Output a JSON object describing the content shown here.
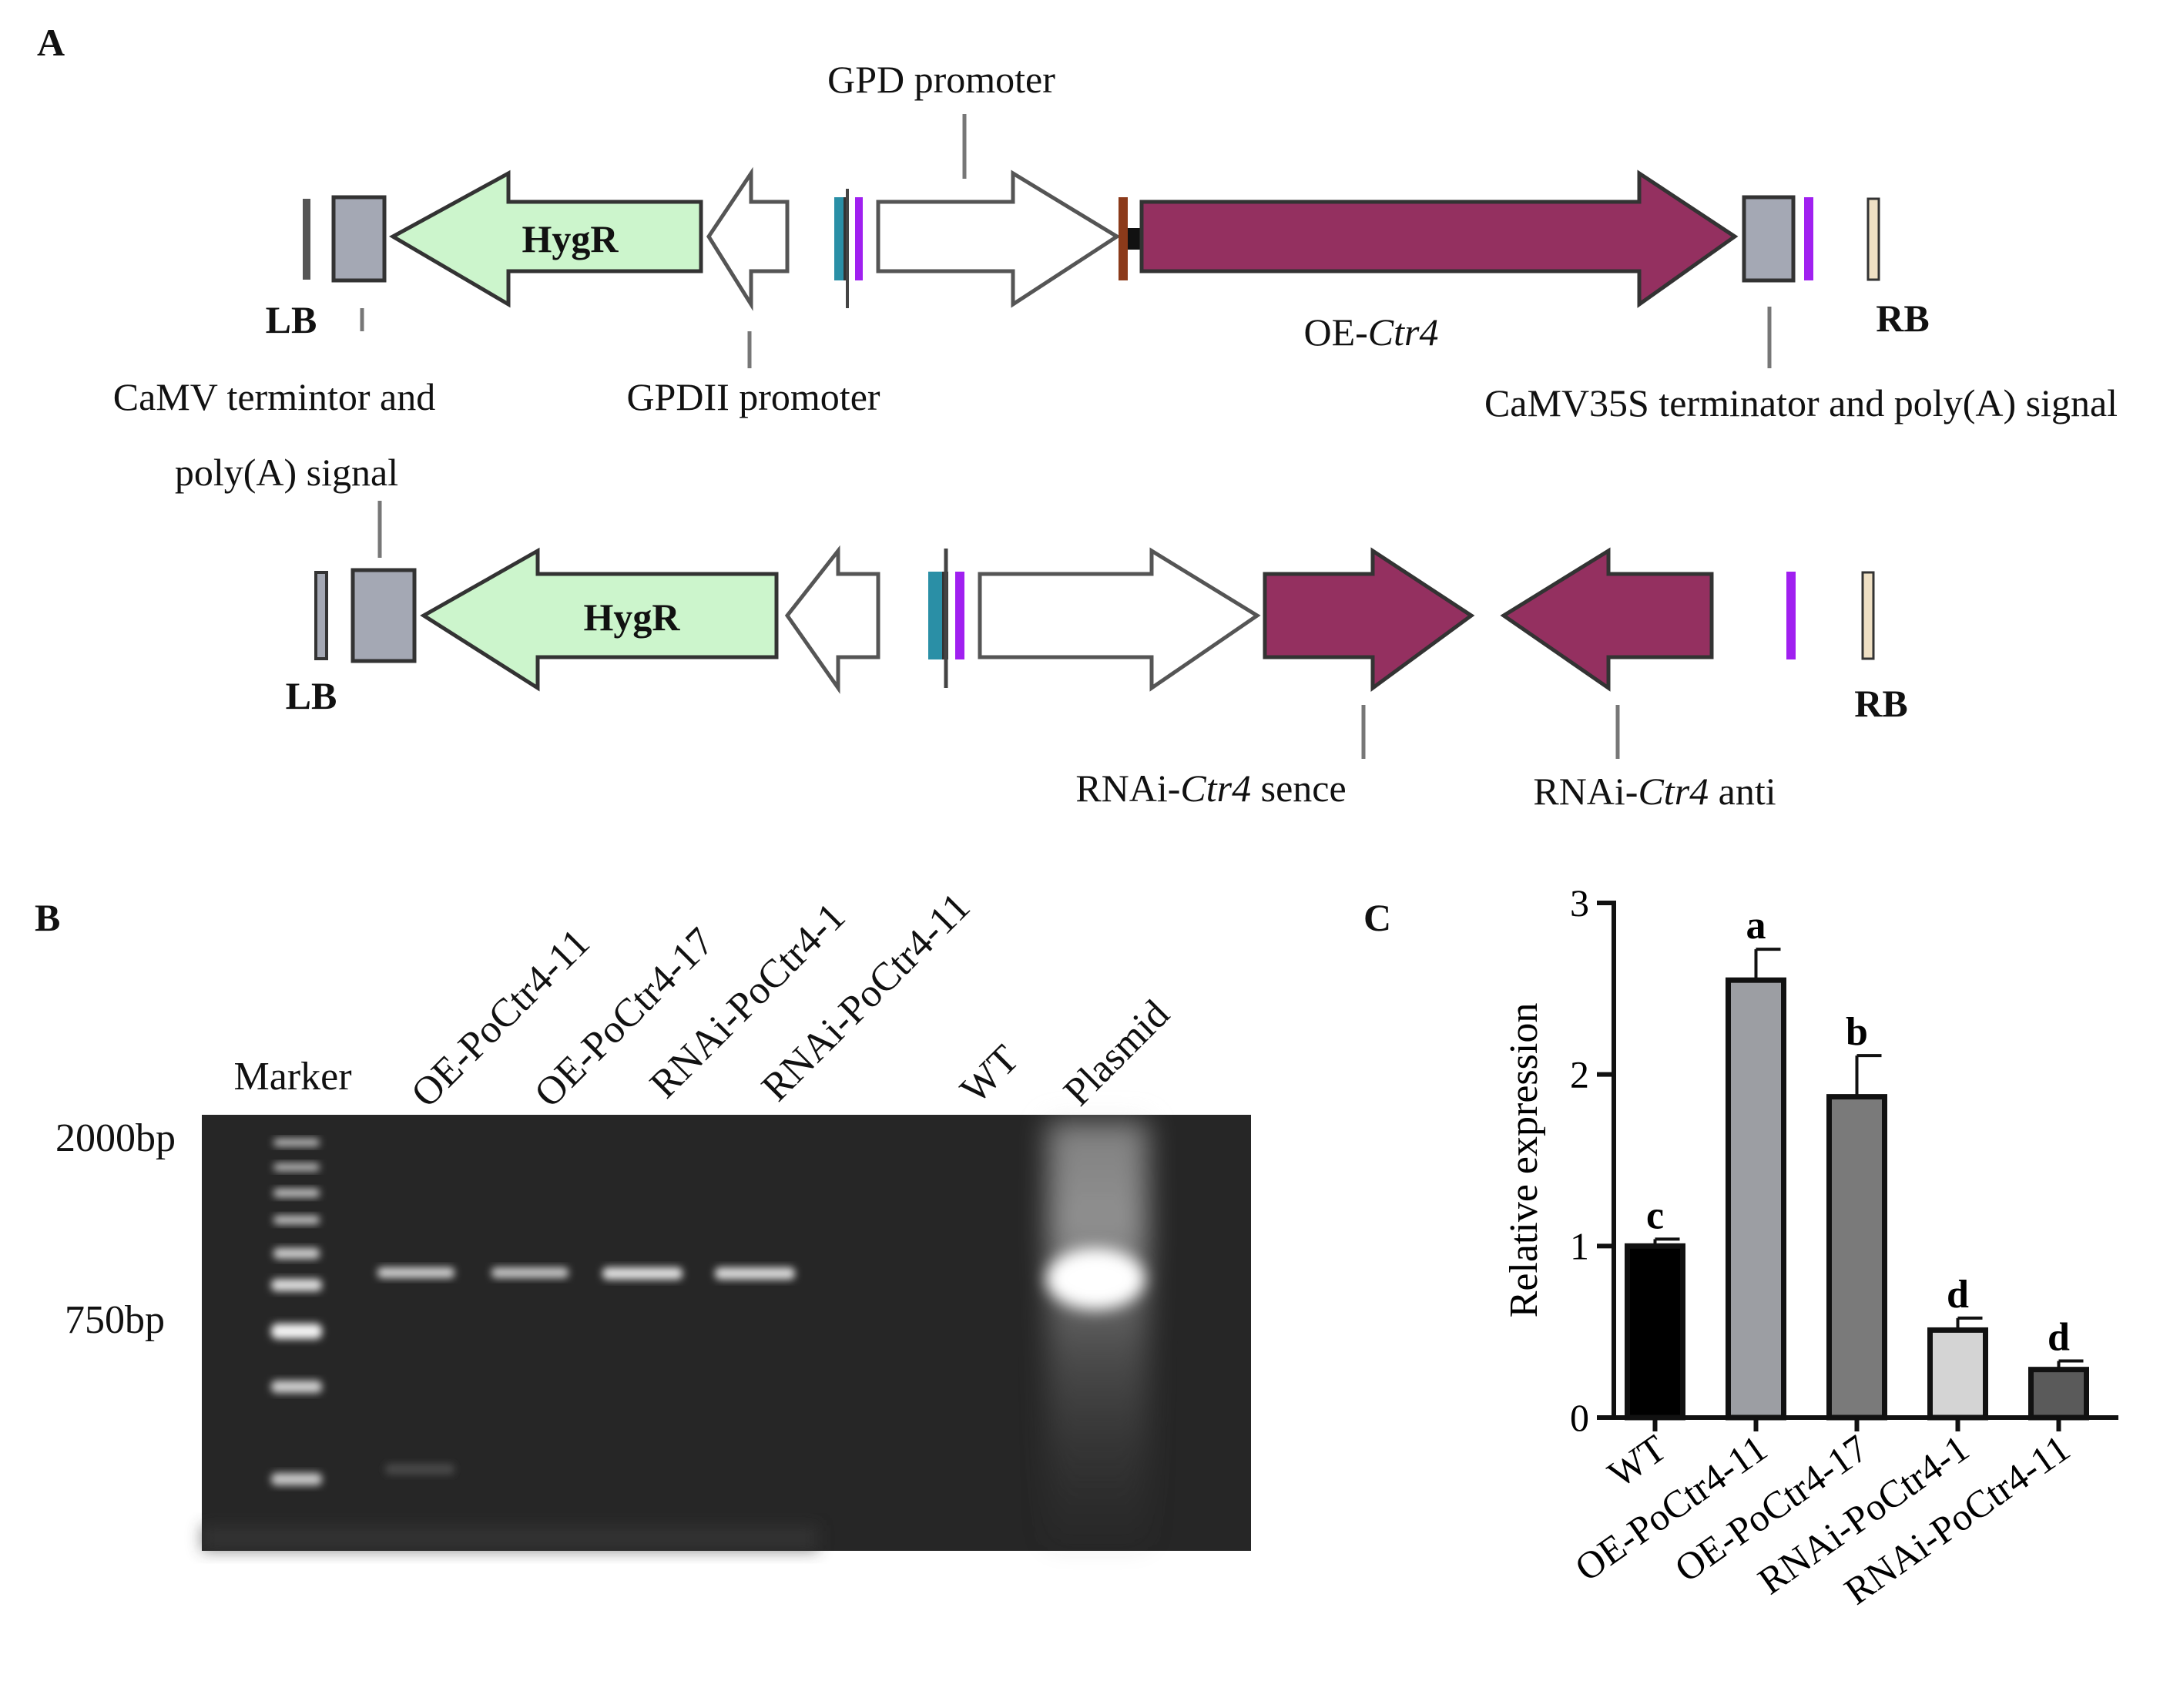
{
  "panels": {
    "a": "A",
    "b": "B",
    "c": "C"
  },
  "construct_oe": {
    "lb": "LB",
    "rb": "RB",
    "hygr": "HygR",
    "gpd_promoter": "GPD  promoter",
    "camv_term_1": "CaMV termintor and",
    "camv_term_2": "poly(A) signal",
    "gpdii_promoter": "GPDII promoter",
    "oe_prefix": "OE-",
    "oe_gene": "Ctr4",
    "camv35s": "CaMV35S terminator and poly(A) signal"
  },
  "construct_rnai": {
    "lb": "LB",
    "rb": "RB",
    "hygr": "HygR",
    "sense_prefix": "RNAi-",
    "sense_gene": "Ctr4",
    "sense_suffix": "  sence",
    "anti_prefix": "RNAi-",
    "anti_gene": "Ctr4",
    "anti_suffix": "  anti"
  },
  "gel": {
    "marker": "Marker",
    "size_2000": "2000bp",
    "size_750": "750bp",
    "lanes": [
      "OE-PoCtr4-11",
      "OE-PoCtr4-17",
      "RNAi-PoCtr4-1",
      "RNAi-PoCtr4-11",
      "WT",
      "Plasmid"
    ]
  },
  "colors": {
    "hygr": "#ccf5cc",
    "ctr4": "#943060",
    "grey_box": "#a4a8b4",
    "teal": "#2a8fa6",
    "purple": "#a020f0",
    "brown": "#8b3a1a",
    "beige": "#efe0c4",
    "gel_bg": "#262626"
  },
  "chart_data": {
    "type": "bar",
    "categories": [
      "WT",
      "OE-PoCtr4-11",
      "OE-PoCtr4-17",
      "RNAi-PoCtr4-1",
      "RNAi-PoCtr4-11"
    ],
    "values": [
      1.0,
      2.55,
      1.87,
      0.51,
      0.28
    ],
    "errors": [
      0.04,
      0.18,
      0.24,
      0.07,
      0.05
    ],
    "significance": [
      "c",
      "a",
      "b",
      "d",
      "d"
    ],
    "bar_colors": [
      "#000000",
      "#9c9ea3",
      "#7a7a7a",
      "#d4d4d4",
      "#5a5a5a"
    ],
    "ylabel": "Relative expression",
    "ylim": [
      0,
      3
    ],
    "yticks": [
      "0",
      "1",
      "2",
      "3"
    ]
  }
}
